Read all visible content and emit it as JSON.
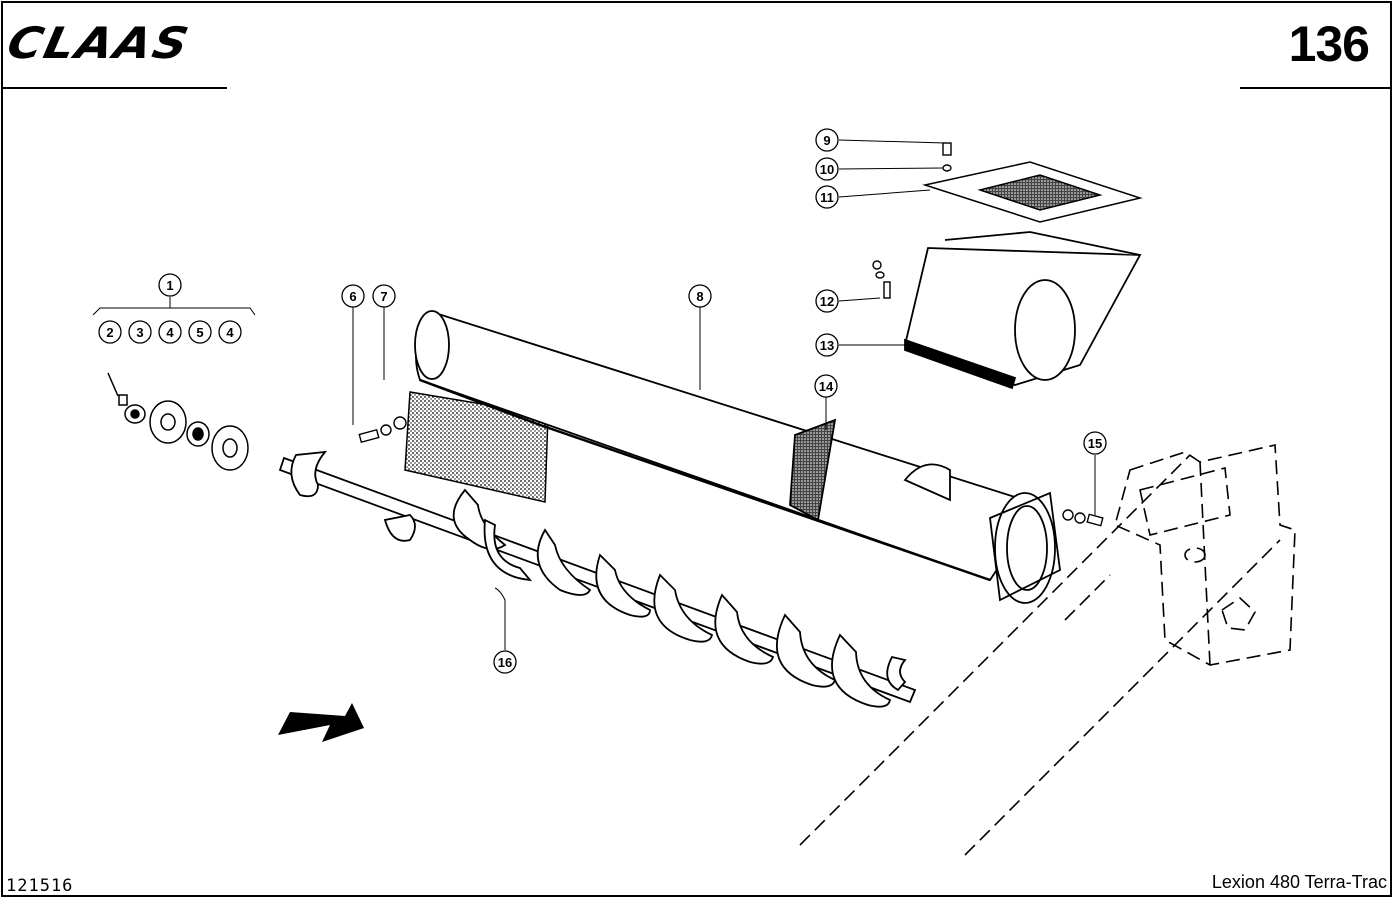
{
  "header": {
    "brand": "CLAAS",
    "page_number": "136"
  },
  "footer": {
    "drawing_number": "121516",
    "model": "Lexion 480 Terra-Trac"
  },
  "callouts": [
    "1",
    "2",
    "3",
    "4",
    "5",
    "4",
    "6",
    "7",
    "8",
    "9",
    "10",
    "11",
    "12",
    "13",
    "14",
    "15",
    "16"
  ]
}
